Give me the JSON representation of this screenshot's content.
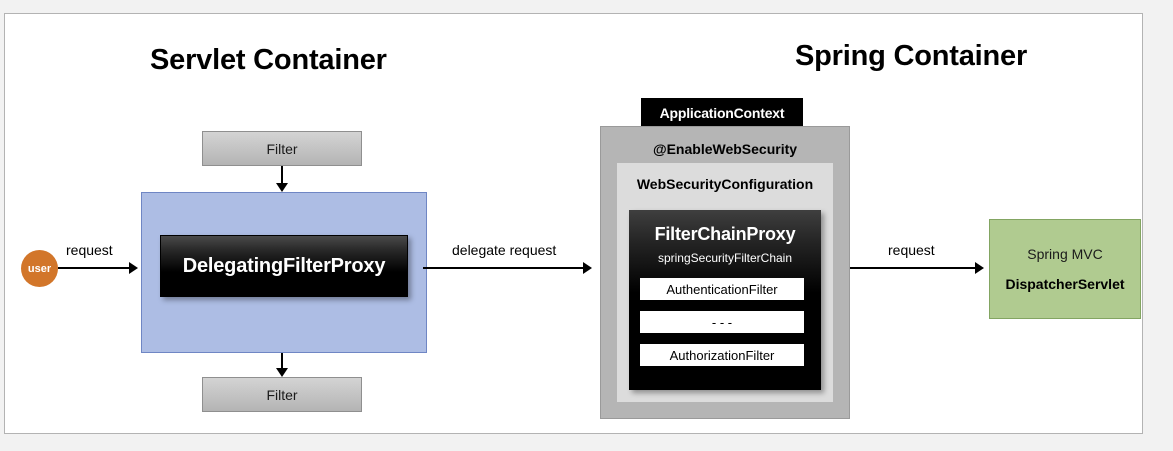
{
  "diagram": {
    "titles": {
      "servlet_container": "Servlet Container",
      "spring_container": "Spring Container"
    },
    "servlet_side": {
      "filter_top_label": "Filter",
      "filter_bottom_label": "Filter",
      "delegating_filter_proxy": "DelegatingFilterProxy",
      "user_label": "user",
      "blue_region_color": "#adbde4",
      "filter_box_color": "#c2c2c2"
    },
    "spring_side": {
      "application_context": "ApplicationContext",
      "enable_web_security": "@EnableWebSecurity",
      "web_security_configuration": "WebSecurityConfiguration",
      "filter_chain_proxy": {
        "title": "FilterChainProxy",
        "subtitle": "springSecurityFilterChain",
        "chain": [
          "AuthenticationFilter",
          "- - -",
          "AuthorizationFilter"
        ]
      }
    },
    "mvc": {
      "line1": "Spring MVC",
      "line2": "DispatcherServlet",
      "color": "#b0cb90"
    },
    "arrows": {
      "request_in": "request",
      "delegate_request": "delegate request",
      "request_out": "request"
    }
  }
}
